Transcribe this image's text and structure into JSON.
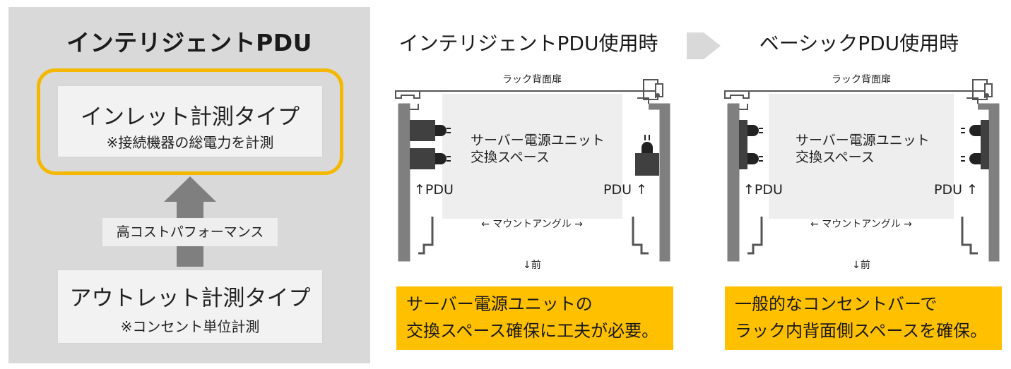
{
  "left_panel": {
    "title": "インテリジェントPDU",
    "inlet_card": {
      "main": "インレット計測タイプ",
      "sub": "※接続機器の総電力を計測"
    },
    "cost_label": "高コストパフォーマンス",
    "outlet_card": {
      "main": "アウトレット計測タイプ",
      "sub": "※コンセント単位計測"
    }
  },
  "intelligent_diagram": {
    "heading": "インテリジェントPDU使用時",
    "rack_door": "ラック背面扉",
    "space_line1": "サーバー電源ユニット",
    "space_line2": "交換スペース",
    "pdu_left": "↑PDU",
    "pdu_right": "PDU ↑",
    "mount_angle": "← マウントアングル →",
    "front": "↓前",
    "note_line1": "サーバー電源ユニットの",
    "note_line2": "交換スペース確保に工夫が必要。"
  },
  "basic_diagram": {
    "heading": "ベーシックPDU使用時",
    "rack_door": "ラック背面扉",
    "space_line1": "サーバー電源ユニット",
    "space_line2": "交換スペース",
    "pdu_left": "↑PDU",
    "pdu_right": "PDU ↑",
    "mount_angle": "← マウントアングル →",
    "front": "↓前",
    "note_line1": "一般的なコンセントバーで",
    "note_line2": "ラック内背面側スペースを確保。"
  },
  "colors": {
    "highlight": "#f5b800",
    "note_bg": "#ffc000",
    "panel_gray": "#d9d9d9",
    "rail_gray": "#7f7f7f",
    "pdu_dark": "#404040"
  }
}
